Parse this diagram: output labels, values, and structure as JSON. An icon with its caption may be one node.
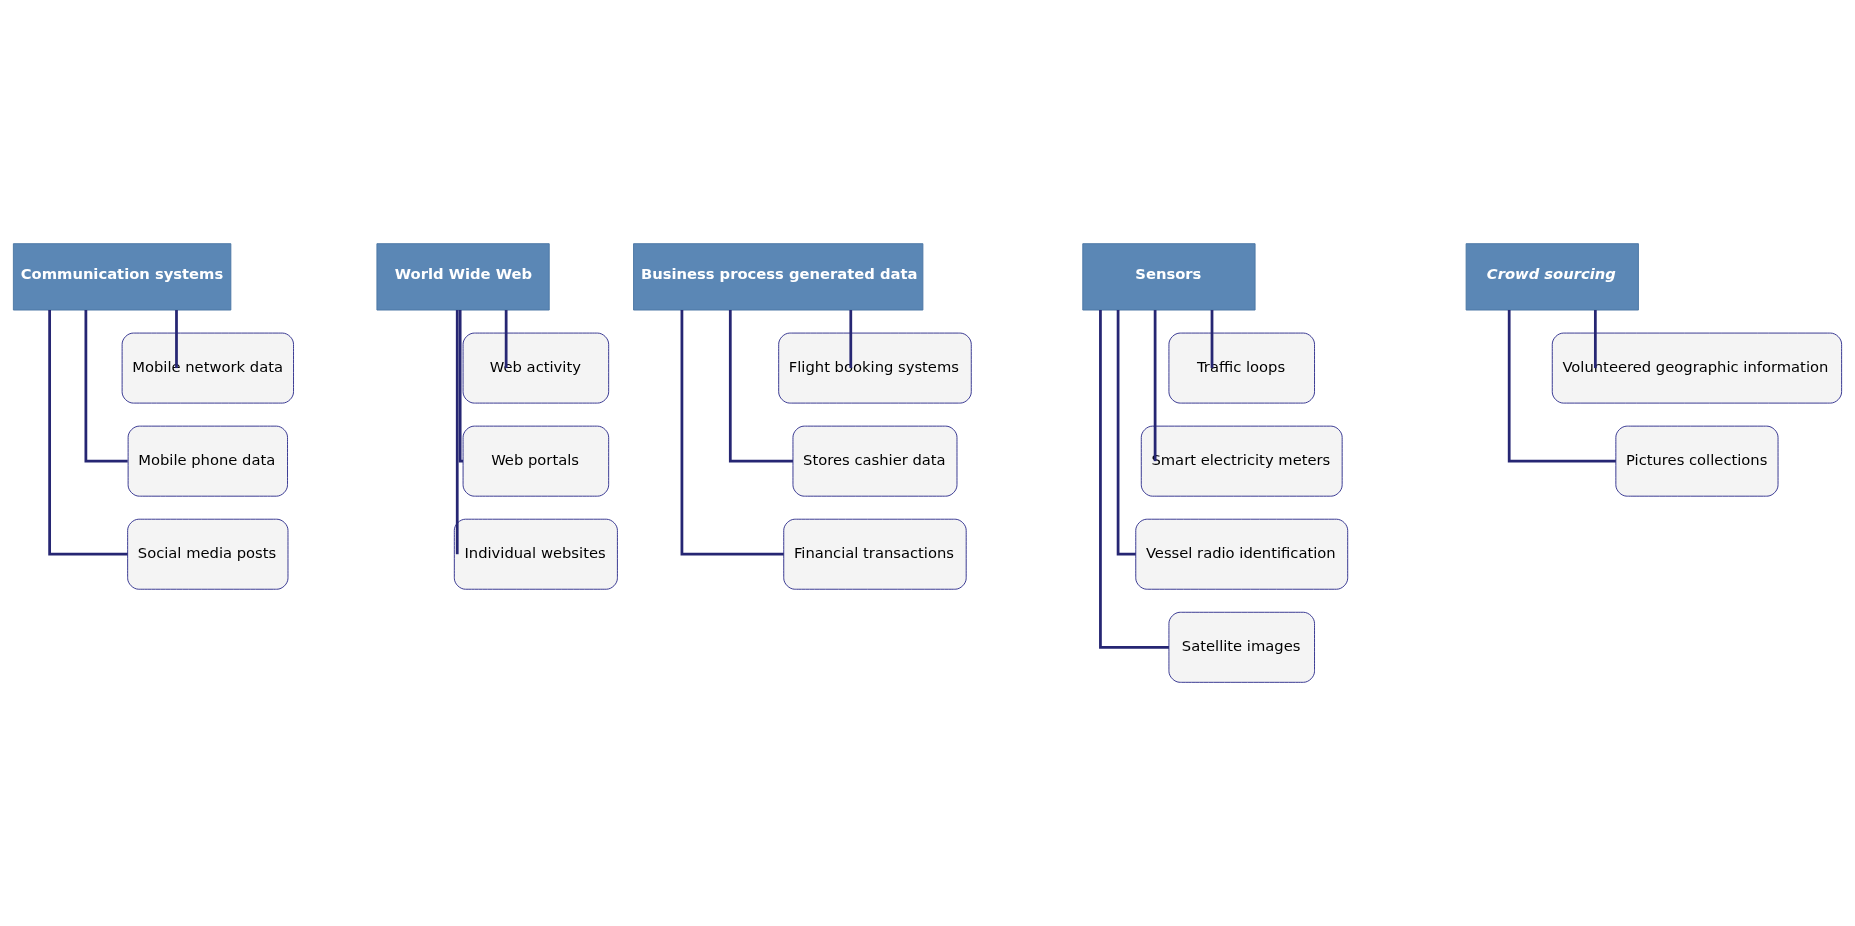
{
  "diagram": {
    "nodes": [
      {
        "text": [
          "Communication systems"
        ]
      },
      {
        "text": [
          "Mobile network data"
        ]
      },
      {
        "text": [
          "Mobile phone data"
        ]
      },
      {
        "text": [
          "Social media posts"
        ]
      },
      {
        "text": [
          "World Wide Web"
        ]
      },
      {
        "text": [
          "Web activity"
        ]
      },
      {
        "text": [
          "Web portals"
        ]
      },
      {
        "text": [
          "Individual websites"
        ]
      },
      {
        "text": [
          "Business process generated data"
        ]
      },
      {
        "text": [
          "Flight booking systems"
        ]
      },
      {
        "text": [
          "Stores cashier data"
        ]
      },
      {
        "text": [
          "Financial transactions"
        ]
      },
      {
        "text": [
          "Sensors"
        ]
      },
      {
        "text": [
          "Traffic loops"
        ]
      },
      {
        "text": [
          "Smart electricity meters"
        ]
      },
      {
        "text": [
          "Vessel radio identification"
        ]
      },
      {
        "text": [
          "Satellite images"
        ]
      },
      {
        "text": [
          "Crowd sourcing"
        ]
      },
      {
        "text": [
          "Volunteered geographic information"
        ]
      },
      {
        "text": [
          "Pictures collections"
        ]
      }
    ],
    "edges": [
      {
        "from": 0,
        "to": 1,
        "arrow": "none"
      },
      {
        "from": 0,
        "to": 2,
        "arrow": "none"
      },
      {
        "from": 0,
        "to": 3,
        "arrow": "none"
      },
      {
        "from": 4,
        "to": 5,
        "arrow": "none"
      },
      {
        "from": 4,
        "to": 6,
        "arrow": "none"
      },
      {
        "from": 4,
        "to": 7,
        "arrow": "none"
      },
      {
        "from": 8,
        "to": 9,
        "arrow": "none"
      },
      {
        "from": 8,
        "to": 10,
        "arrow": "none"
      },
      {
        "from": 8,
        "to": 11,
        "arrow": "none"
      },
      {
        "from": 12,
        "to": 13,
        "arrow": "none"
      },
      {
        "from": 12,
        "to": 14,
        "arrow": "none"
      },
      {
        "from": 12,
        "to": 15,
        "arrow": "none"
      },
      {
        "from": 12,
        "to": 16,
        "arrow": "none"
      },
      {
        "from": 17,
        "to": 18,
        "arrow": "none"
      },
      {
        "from": 17,
        "to": 19,
        "arrow": "none"
      }
    ]
  }
}
